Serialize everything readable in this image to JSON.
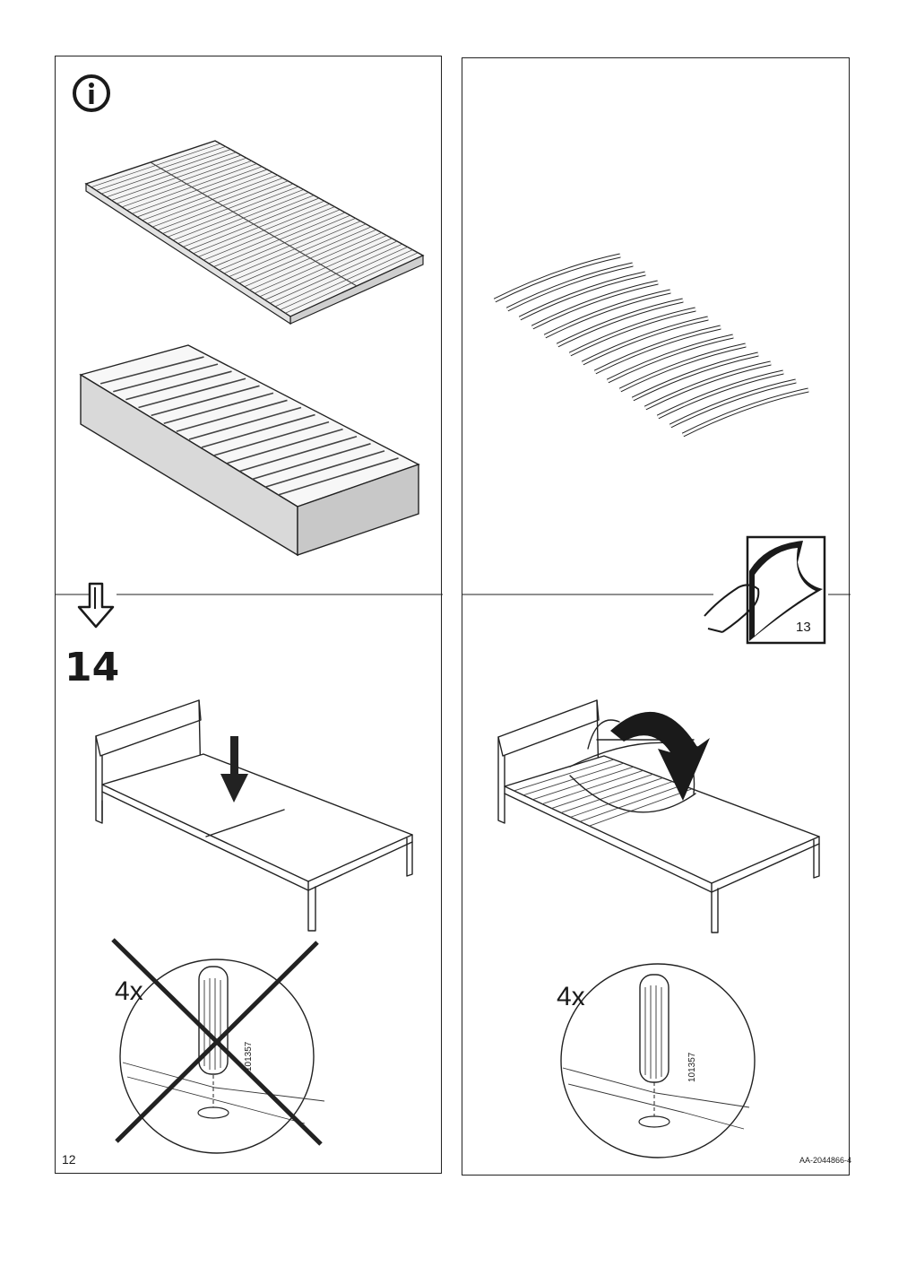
{
  "step": {
    "number": "14"
  },
  "panel_left": {
    "quantity_label": "4x",
    "part_number": "101357"
  },
  "panel_right": {
    "quantity_label": "4x",
    "part_number": "101357",
    "reference_page": "13"
  },
  "footer": {
    "page_number": "12",
    "document_id": "AA-2044866-4"
  },
  "icons": [
    "info-icon",
    "continue-arrow-icon",
    "page-reference-icon",
    "incorrect-cross-icon"
  ],
  "colors": {
    "line": "#222222",
    "base_fill": "#d9d9d9"
  }
}
